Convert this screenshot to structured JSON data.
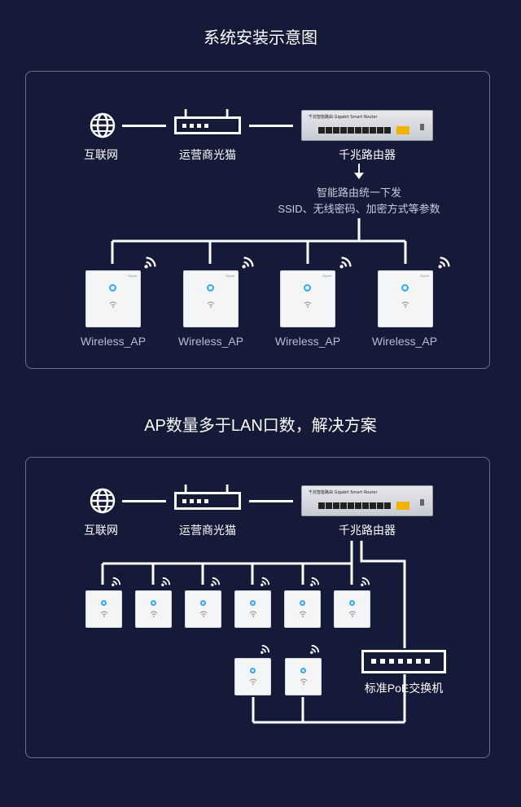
{
  "section1": {
    "title": "系统安装示意图",
    "internet_label": "互联网",
    "modem_label": "运营商光猫",
    "router_label": "千兆路由器",
    "note_line1": "智能路由统一下发",
    "note_line2": "SSID、无线密码、加密方式等参数",
    "ap_labels": [
      "Wireless_AP",
      "Wireless_AP",
      "Wireless_AP",
      "Wireless_AP"
    ]
  },
  "section2": {
    "title": "AP数量多于LAN口数，解决方案",
    "internet_label": "互联网",
    "modem_label": "运营商光猫",
    "router_label": "千兆路由器",
    "switch_label": "标准PoE交换机"
  },
  "device_text": {
    "router_brand": "千兆智能路由",
    "router_model": "Gigabit Smart Router",
    "ap_brand": "Signal"
  },
  "colors": {
    "background": "#141a38",
    "border": "#6b7088",
    "line": "#ffffff",
    "ap_label": "#b8bcd0",
    "led": "#3aa7ef"
  },
  "icons": [
    "globe-icon",
    "modem-icon",
    "router-icon",
    "wifi-signal-icon",
    "wireless-ap-icon",
    "poe-switch-icon",
    "arrow-down-icon"
  ]
}
